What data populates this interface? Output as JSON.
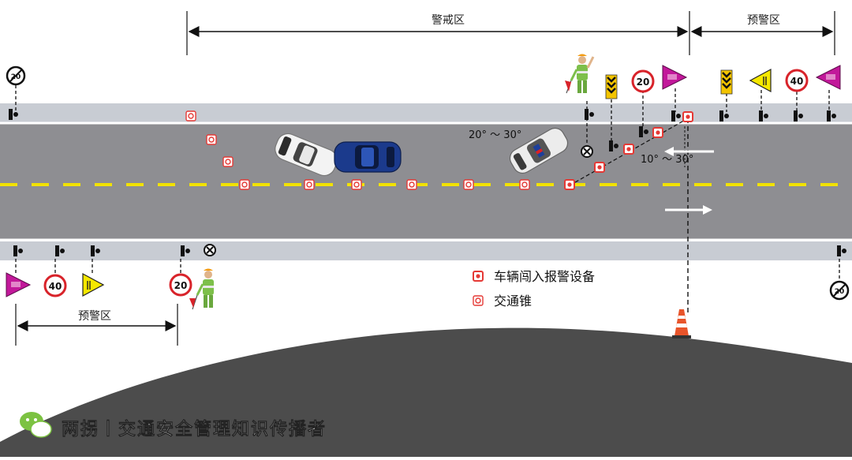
{
  "zones": {
    "warning_zone_label": "警戒区",
    "pre_warning_zone_label_top": "预警区",
    "pre_warning_zone_label_bottom": "预警区"
  },
  "angles": {
    "upper": "20° ～ 30°",
    "lower": "10° ～ 30°"
  },
  "signs": {
    "speed_20": "20",
    "speed_40": "40"
  },
  "legend": {
    "intrusion_alarm": "车辆闯入报警设备",
    "traffic_cone": "交通锥"
  },
  "footer": {
    "text": "两拐丨交通安全管理知识传播者"
  },
  "colors": {
    "road": "#8e8e92",
    "shoulder": "#c8ccd3",
    "lane_dash": "#f2e200",
    "sign_magenta": "#c2189a",
    "sign_yellow": "#f5e800",
    "sign_red_ring": "#d8232a",
    "hill": "#4c4c4c",
    "alarm_red": "#e53935"
  },
  "icons": [
    "traffic-cone-icon",
    "intrusion-alarm-icon",
    "flagman-icon",
    "speed-limit-sign-icon",
    "end-limit-sign-icon",
    "no-entry-sign-icon",
    "chevron-sign-icon",
    "construction-sign-icon",
    "merge-sign-icon",
    "wechat-logo-icon"
  ]
}
